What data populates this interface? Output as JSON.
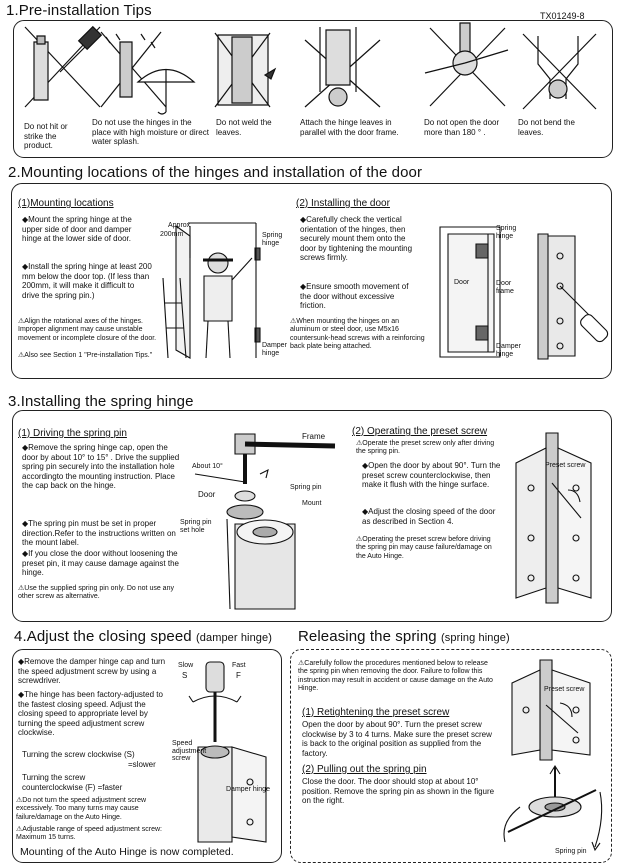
{
  "doc_id": "TX01249-8",
  "s1": {
    "title": "1.Pre-installation Tips",
    "tips": [
      "Do not hit or strike the product.",
      "Do not use the hinges in the place with high moisture or direct water splash.",
      "Do not weld the leaves.",
      "Attach the hinge leaves in parallel with the door frame.",
      "Do not open the door more than 180 ° .",
      "Do not bend the leaves."
    ]
  },
  "s2": {
    "title": "2.Mounting locations of the hinges and installation of the door",
    "sub1": "(1)Mounting locations",
    "sub1_bullets": [
      "Mount the spring hinge at the upper side of door and damper hinge at the lower side of door.",
      "Install the spring hinge at least 200 mm below the door top. (If less than 200mm, it will make it difficult to drive the spring pin.)"
    ],
    "sub1_warns": [
      "Align the rotational axes of the hinges. Improper alignment may cause unstable movement or incomplete closure of the door.",
      "Also see Section 1 \"Pre-installation Tips.\""
    ],
    "fig1": {
      "approx": "Approx",
      "dim": "200mm",
      "spring": "Spring hinge",
      "damper": "Damper hinge"
    },
    "sub2": "(2) Installing the door",
    "sub2_bullets": [
      "Carefully check the vertical orientation of the hinges, then securely mount them onto the door by tightening the mounting screws firmly.",
      "Ensure smooth movement of the door without excessive friction."
    ],
    "sub2_warn": "When mounting the hinges on an aluminum or steel door, use M5x16 countersunk-head screws with a reinforcing back plate being attached.",
    "fig2": {
      "spring": "Spring hinge",
      "door": "Door",
      "frame": "Door frame",
      "damper": "Damper hinge"
    }
  },
  "s3": {
    "title": "3.Installing the spring hinge",
    "sub1": "(1) Driving the spring pin",
    "sub1_bullets": [
      "Remove the spring hinge cap, open the door by about 10° to 15° . Drive the supplied spring pin securely into the installation hole accordingto the mounting instruction. Place the cap back on the hinge.",
      "The spring pin must be set in proper direction.Refer to the instructions written on the mount label.",
      "If you close the door without loosening the preset pin, it may cause damage against the hinge."
    ],
    "sub1_warn": "Use the supplied spring pin only. Do not use any other screw as alternative.",
    "fig": {
      "frame": "Frame",
      "about": "About 10°",
      "door": "Door",
      "pin": "Spring pin",
      "mount": "Mount",
      "hole": "Spring pin set hole"
    },
    "sub2": "(2) Operating the preset screw",
    "sub2_warn1": "Operate the preset screw only after driving the spring pin.",
    "sub2_bullets": [
      "Open the door by about 90°. Turn the preset screw counterclockwise, then make it flush with the hinge surface.",
      "Adjust the closing speed of the door as described in Section 4."
    ],
    "sub2_warn2": "Operating the preset screw before driving the spring pin may cause failure/damage on the Auto Hinge.",
    "fig2": {
      "preset": "Preset screw"
    }
  },
  "s4": {
    "title": "4.Adjust the closing speed",
    "title_small": "(damper hinge)",
    "bullets": [
      "Remove the damper hinge cap and turn the speed adjustment screw by using a screwdriver.",
      "The hinge has been factory-adjusted to the fastest closing speed. Adjust the closing speed to appropriate level by turning the speed adjustment screw clockwise."
    ],
    "turn1": "Turning the screw clockwise (S)",
    "turn1b": "=slower",
    "turn2": "Turning the screw",
    "turn2b": "counterclockwise (F) =faster",
    "warns": [
      "Do not turn the speed adjustment screw excessively. Too many turns may cause failure/damage on the Auto Hinge.",
      "Adjustable range of speed adjustment screw: Maximum 15 turns."
    ],
    "fig": {
      "slow": "Slow",
      "s": "S",
      "fast": "Fast",
      "f": "F",
      "speed": "Speed adjustment screw",
      "damper": "Damper hinge"
    },
    "complete": "Mounting of the Auto Hinge is now completed."
  },
  "s5": {
    "title": "Releasing the spring",
    "title_small": "(spring hinge)",
    "warn": "Carefully follow the procedures mentioned below to release the spring pin when removing the door. Failure to follow this instruction may result in accident or cause damage on the Auto Hinge.",
    "sub1": "(1) Retightening the preset screw",
    "sub1_text": "Open the door by about 90°. Turn the preset screw clockwise by 3 to 4 turns. Make sure the preset screw is back to the original position as supplied from the factory.",
    "sub2": "(2) Pulling out the spring pin",
    "sub2_text": "Close the door. The door should stop at about 10° position. Remove the spring pin as shown in the figure on the right.",
    "fig": {
      "preset": "Preset screw",
      "pin": "Spring pin"
    }
  }
}
